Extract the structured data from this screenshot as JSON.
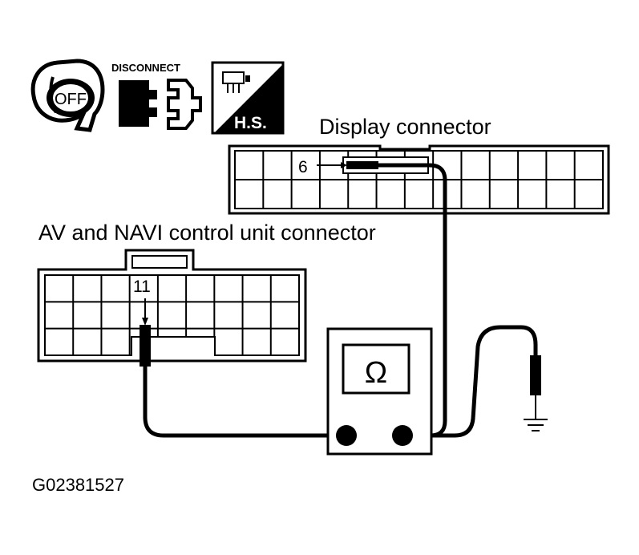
{
  "icons": {
    "ignition": {
      "text": "OFF"
    },
    "disconnect": {
      "text": "DISCONNECT"
    },
    "harness_sensor": {
      "text": "H.S."
    }
  },
  "display_connector": {
    "label": "Display connector",
    "pin": "6"
  },
  "av_navi_connector": {
    "label": "AV and NAVI control unit connector",
    "pin": "11"
  },
  "meter": {
    "symbol": "Ω"
  },
  "figure_id": "G02381527",
  "colors": {
    "ink": "#000000",
    "paper": "#ffffff"
  }
}
